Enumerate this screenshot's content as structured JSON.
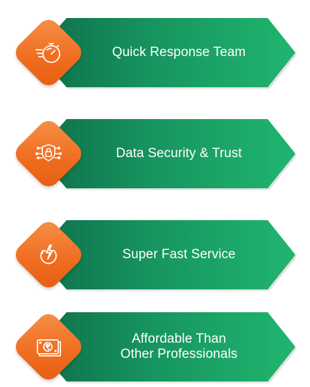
{
  "features": [
    {
      "label": "Quick Response Team",
      "icon": "stopwatch-speed-icon"
    },
    {
      "label": "Data Security & Trust",
      "icon": "shield-lock-chip-icon"
    },
    {
      "label": "Super Fast Service",
      "icon": "lightning-cycle-icon"
    },
    {
      "label": "Affordable Than\nOther Professionals",
      "icon": "rupee-note-icon"
    }
  ],
  "colors": {
    "banner_dark": "#0f6e4b",
    "banner_light": "#20b56f",
    "diamond": "#ef6c1e",
    "text": "#ffffff"
  }
}
